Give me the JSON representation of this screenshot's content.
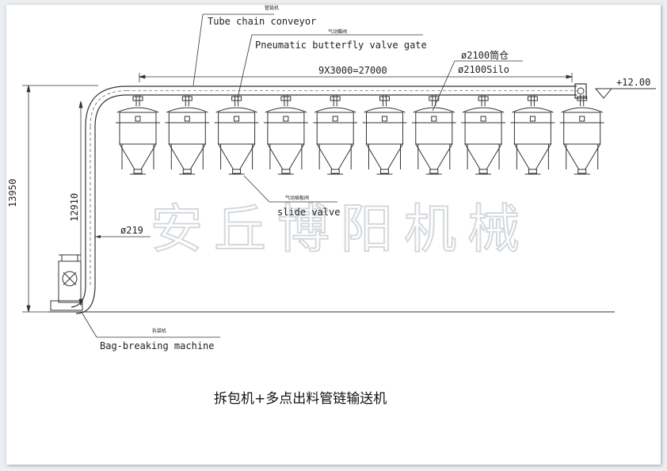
{
  "labels": {
    "tube_conveyor_cn": "管链机",
    "tube_conveyor": "Tube chain conveyor",
    "butterfly_cn": "气动蝶阀",
    "butterfly": "Pneumatic butterfly valve gate",
    "silo_cn": "ø2100筒仓",
    "silo": "ø2100Silo",
    "slide_cn": "气动插板阀",
    "slide": "slide valve",
    "bagbreak_cn": "拆袋机",
    "bagbreak": "Bag-breaking machine"
  },
  "dimensions": {
    "span": "9X3000=27000",
    "elevation": "+12.00",
    "height_total": "13950",
    "height_lift": "12910",
    "pipe_dia": "ø219"
  },
  "silos": {
    "count": 10
  },
  "watermark": "安丘博阳机械",
  "caption": "拆包机+多点出料管链输送机"
}
